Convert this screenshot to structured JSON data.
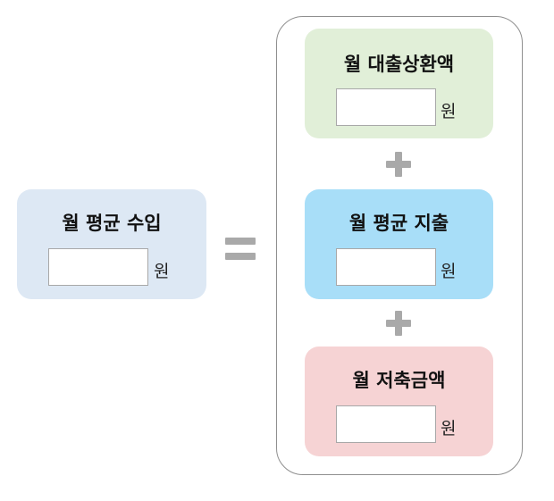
{
  "income": {
    "title": "월 평균 수입",
    "value": "",
    "unit": "원"
  },
  "operators": {
    "equals_icon": "equals-icon",
    "plus_icon": "plus-icon"
  },
  "outflows": [
    {
      "title": "월 대출상환액",
      "value": "",
      "unit": "원"
    },
    {
      "title": "월 평균 지출",
      "value": "",
      "unit": "원"
    },
    {
      "title": "월 저축금액",
      "value": "",
      "unit": "원"
    }
  ],
  "colors": {
    "income_card": "#dde8f4",
    "loan_card": "#e1efd8",
    "expense_card": "#a8def8",
    "savings_card": "#f6d3d4",
    "operator": "#a9a9a9",
    "frame_border": "#8f8f8f"
  }
}
